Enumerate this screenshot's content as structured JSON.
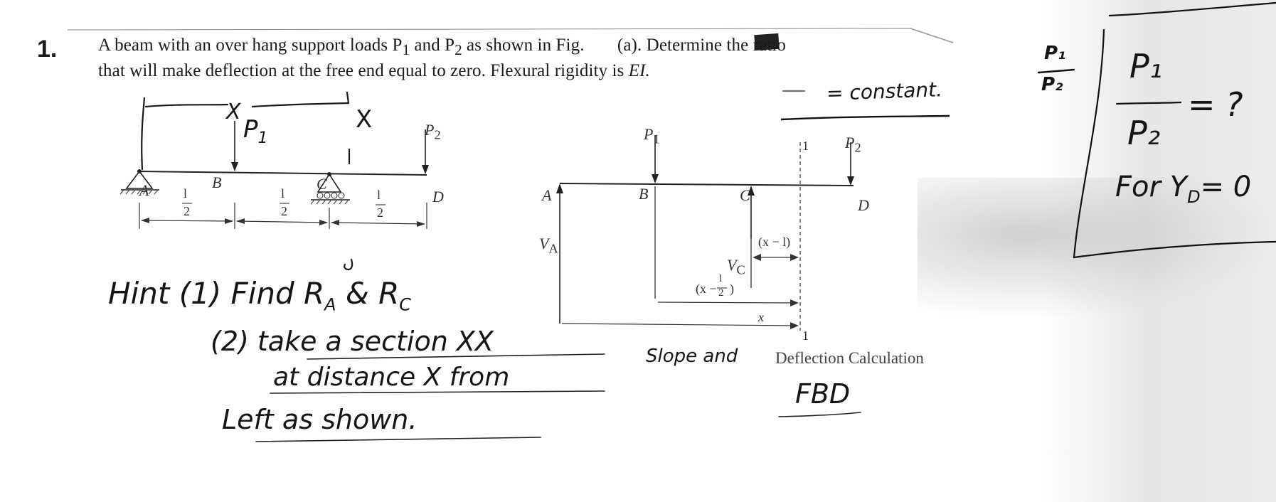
{
  "problem": {
    "number": "1.",
    "line1_a": "A beam with an over hang support loads P",
    "line1_sub1": "1",
    "line1_b": " and P",
    "line1_sub2": "2",
    "line1_c": " as shown in Fig. ",
    "line1_d": "(a). Determine the ratio",
    "line2_a": "that will make deflection at the free end equal to zero. Flexural rigidity is ",
    "line2_ei": "EI."
  },
  "figure_a": {
    "label_A": "A",
    "label_B": "B",
    "label_C": "C",
    "label_D": "D",
    "label_P1": "P",
    "label_P1_sub": "1",
    "label_P2": "P",
    "label_P2_sub": "2",
    "dim_num": "l",
    "dim_den": "2"
  },
  "figure_b": {
    "label_P1": "P",
    "label_P1_sub": "1",
    "label_P2": "P",
    "label_P2_sub": "2",
    "label_A": "A",
    "label_B": "B",
    "label_C": "C",
    "label_D": "D",
    "label_VA": "V",
    "label_VA_sub": "A",
    "label_VC": "V",
    "label_VC_sub": "C",
    "label_xl": "(x − l)",
    "label_xhalf_a": "(x −",
    "label_xhalf_num": "l",
    "label_xhalf_den": "2",
    "label_xhalf_b": ")",
    "label_x": "x",
    "section_top": "1",
    "section_bottom": "1",
    "caption": "Deflection Calculation"
  },
  "handwriting": {
    "constant": "= constant.",
    "ratio_num": "P₁",
    "ratio_den": "P₂",
    "box_num": "P₁",
    "box_eq": "= ?",
    "box_den": "P₂",
    "box_for": "For Y",
    "box_for_sub": "D",
    "box_for_eq": "= 0",
    "fig_x_left": "X",
    "fig_x_right": "X",
    "fig_p1": "P",
    "fig_p1_sub": "1",
    "hint_1": "Hint (1) Find R",
    "hint_1_ra_sub": "A",
    "hint_1_and": "&",
    "hint_1_rc": "R",
    "hint_1_rc_sub": "C",
    "hint_2": "(2) take a section XX",
    "hint_3": "at distance X from",
    "hint_4": "Left as shown.",
    "slope_and": "Slope and",
    "fbd": "FBD"
  }
}
